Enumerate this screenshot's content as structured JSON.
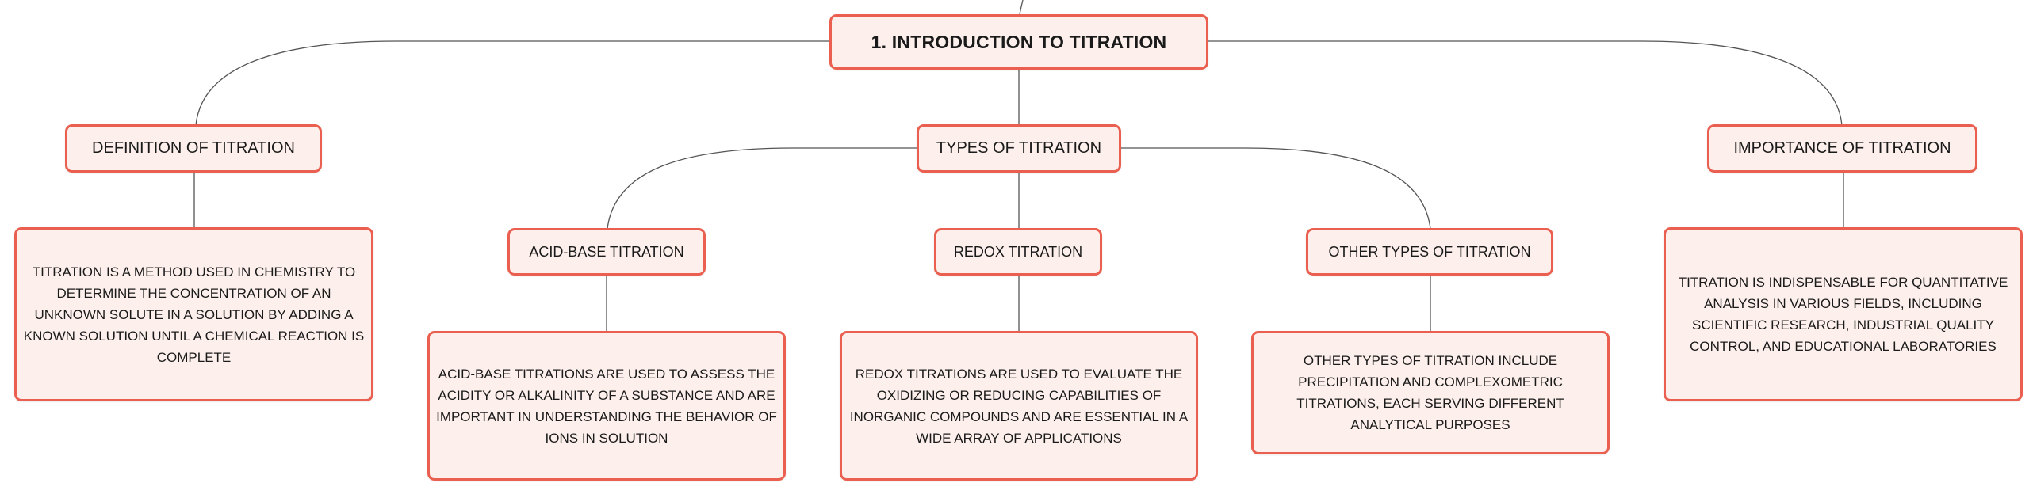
{
  "root": {
    "label": "1. INTRODUCTION TO TITRATION"
  },
  "branches": {
    "definition": {
      "label": "DEFINITION OF TITRATION",
      "detail": "TITRATION IS A METHOD USED IN CHEMISTRY TO DETERMINE THE CONCENTRATION OF AN UNKNOWN SOLUTE IN A SOLUTION BY ADDING A KNOWN SOLUTION UNTIL A CHEMICAL REACTION IS COMPLETE"
    },
    "types": {
      "label": "TYPES OF TITRATION",
      "acid_base": {
        "label": "ACID-BASE TITRATION",
        "detail": "ACID-BASE TITRATIONS ARE USED TO ASSESS THE ACIDITY OR ALKALINITY OF A SUBSTANCE AND ARE IMPORTANT IN UNDERSTANDING THE BEHAVIOR OF IONS IN SOLUTION"
      },
      "redox": {
        "label": "REDOX TITRATION",
        "detail": "REDOX TITRATIONS ARE USED TO EVALUATE THE OXIDIZING OR REDUCING CAPABILITIES OF INORGANIC COMPOUNDS AND ARE ESSENTIAL IN A WIDE ARRAY OF APPLICATIONS"
      },
      "other": {
        "label": "OTHER TYPES OF TITRATION",
        "detail": "OTHER TYPES OF TITRATION INCLUDE PRECIPITATION AND COMPLEXOMETRIC TITRATIONS, EACH SERVING DIFFERENT ANALYTICAL PURPOSES"
      }
    },
    "importance": {
      "label": "IMPORTANCE OF TITRATION",
      "detail": "TITRATION IS INDISPENSABLE FOR QUANTITATIVE ANALYSIS IN VARIOUS FIELDS, INCLUDING SCIENTIFIC RESEARCH, INDUSTRIAL QUALITY CONTROL, AND EDUCATIONAL LABORATORIES"
    }
  },
  "colors": {
    "node_border": "#ea5f4f",
    "node_fill": "#fdf0ec",
    "connector": "#555555"
  }
}
